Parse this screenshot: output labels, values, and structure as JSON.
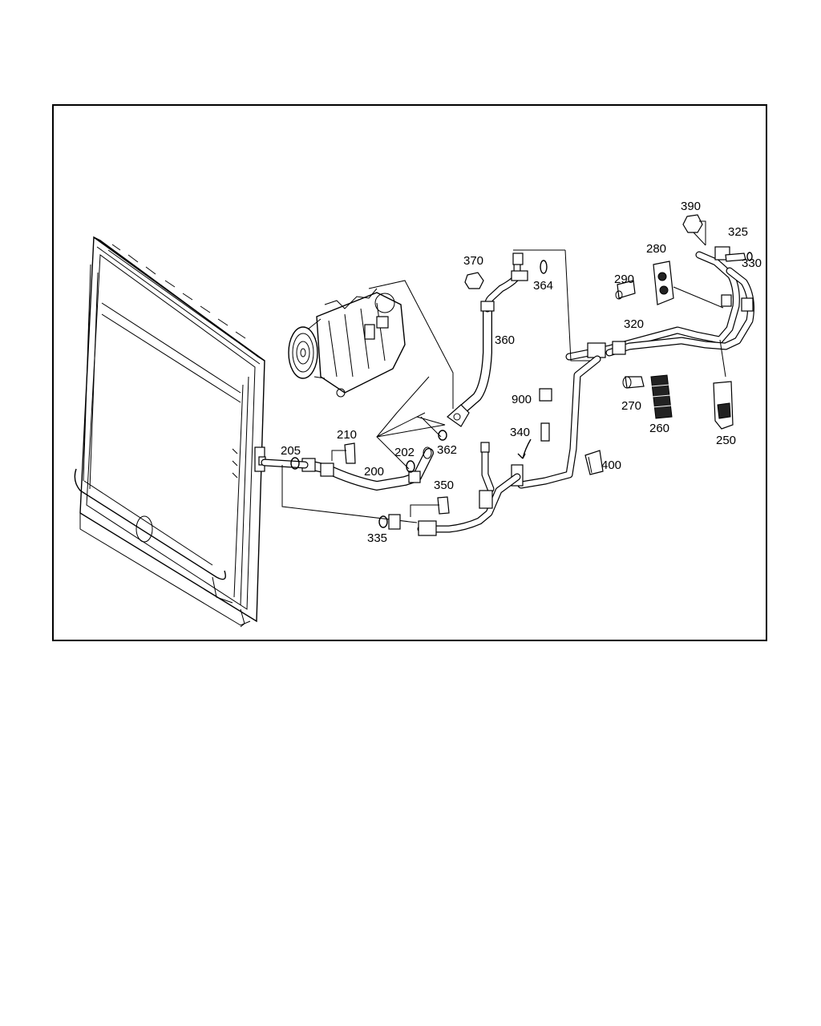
{
  "diagram": {
    "part_labels": [
      {
        "id": "390",
        "text": "390"
      },
      {
        "id": "325",
        "text": "325"
      },
      {
        "id": "330",
        "text": "330"
      },
      {
        "id": "370",
        "text": "370"
      },
      {
        "id": "364",
        "text": "364"
      },
      {
        "id": "280",
        "text": "280"
      },
      {
        "id": "290",
        "text": "290"
      },
      {
        "id": "320",
        "text": "320"
      },
      {
        "id": "360",
        "text": "360"
      },
      {
        "id": "900",
        "text": "900"
      },
      {
        "id": "270",
        "text": "270"
      },
      {
        "id": "260",
        "text": "260"
      },
      {
        "id": "250",
        "text": "250"
      },
      {
        "id": "340",
        "text": "340"
      },
      {
        "id": "210",
        "text": "210"
      },
      {
        "id": "205",
        "text": "205"
      },
      {
        "id": "202",
        "text": "202"
      },
      {
        "id": "362",
        "text": "362"
      },
      {
        "id": "200",
        "text": "200"
      },
      {
        "id": "400",
        "text": "400"
      },
      {
        "id": "350",
        "text": "350"
      },
      {
        "id": "335",
        "text": "335"
      }
    ]
  }
}
